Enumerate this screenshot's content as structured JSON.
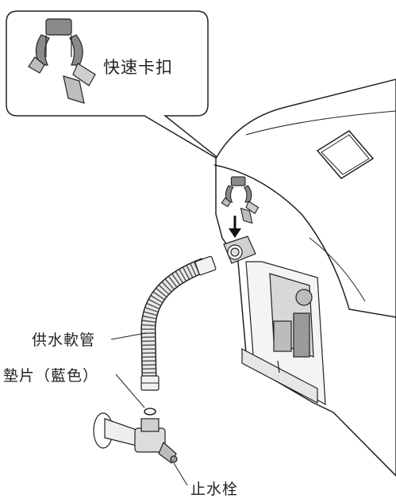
{
  "labels": {
    "quick_clip": "快速卡扣",
    "supply_hose": "供水軟管",
    "gasket": "墊片（藍色）",
    "stop_valve": "止水栓"
  },
  "colors": {
    "line": "#222222",
    "gray_part": "#8a8a8a",
    "light_gray": "#cfcfcf",
    "background": "#ffffff"
  },
  "icons": [
    "quick-clip-icon",
    "down-arrow-icon"
  ]
}
